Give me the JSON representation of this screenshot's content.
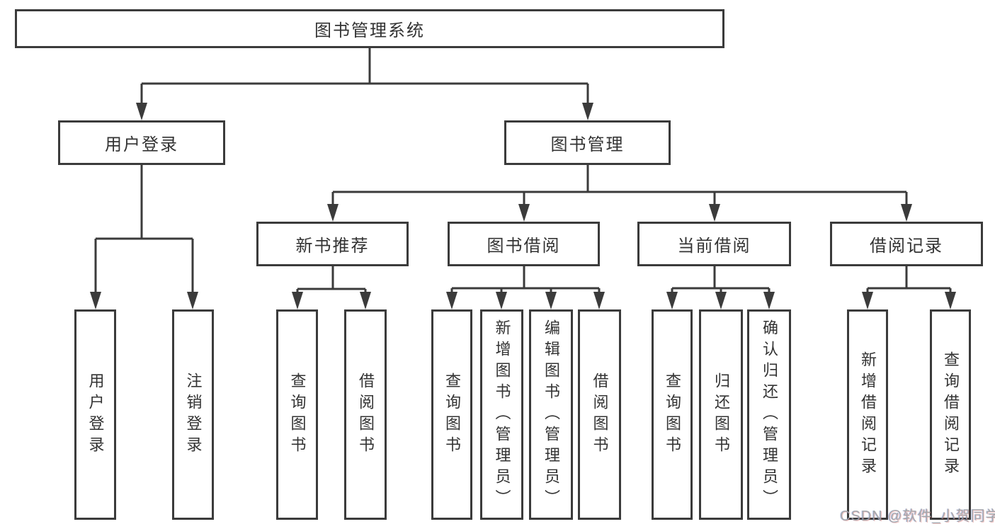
{
  "diagram": {
    "root": {
      "label": "图书管理系统"
    },
    "branches": [
      {
        "label": "用户登录",
        "children": [
          {
            "label": "用户登录"
          },
          {
            "label": "注销登录"
          }
        ]
      },
      {
        "label": "图书管理",
        "children": [
          {
            "label": "新书推荐",
            "children": [
              {
                "label": "查询图书"
              },
              {
                "label": "借阅图书"
              }
            ]
          },
          {
            "label": "图书借阅",
            "children": [
              {
                "label": "查询图书"
              },
              {
                "label": "新增图书（管理员）"
              },
              {
                "label": "编辑图书（管理员）"
              },
              {
                "label": "借阅图书"
              }
            ]
          },
          {
            "label": "当前借阅",
            "children": [
              {
                "label": "查询图书"
              },
              {
                "label": "归还图书"
              },
              {
                "label": "确认归还（管理员）"
              }
            ]
          },
          {
            "label": "借阅记录",
            "children": [
              {
                "label": "新增借阅记录"
              },
              {
                "label": "查询借阅记录"
              }
            ]
          }
        ]
      }
    ]
  },
  "watermark": {
    "text": "CSDN @软件_小贺同学"
  },
  "colors": {
    "line": "#3b3b3b",
    "box_border": "#3b3b3b",
    "text": "#333333",
    "background": "#ffffff",
    "watermark": "#9ca1a6"
  }
}
